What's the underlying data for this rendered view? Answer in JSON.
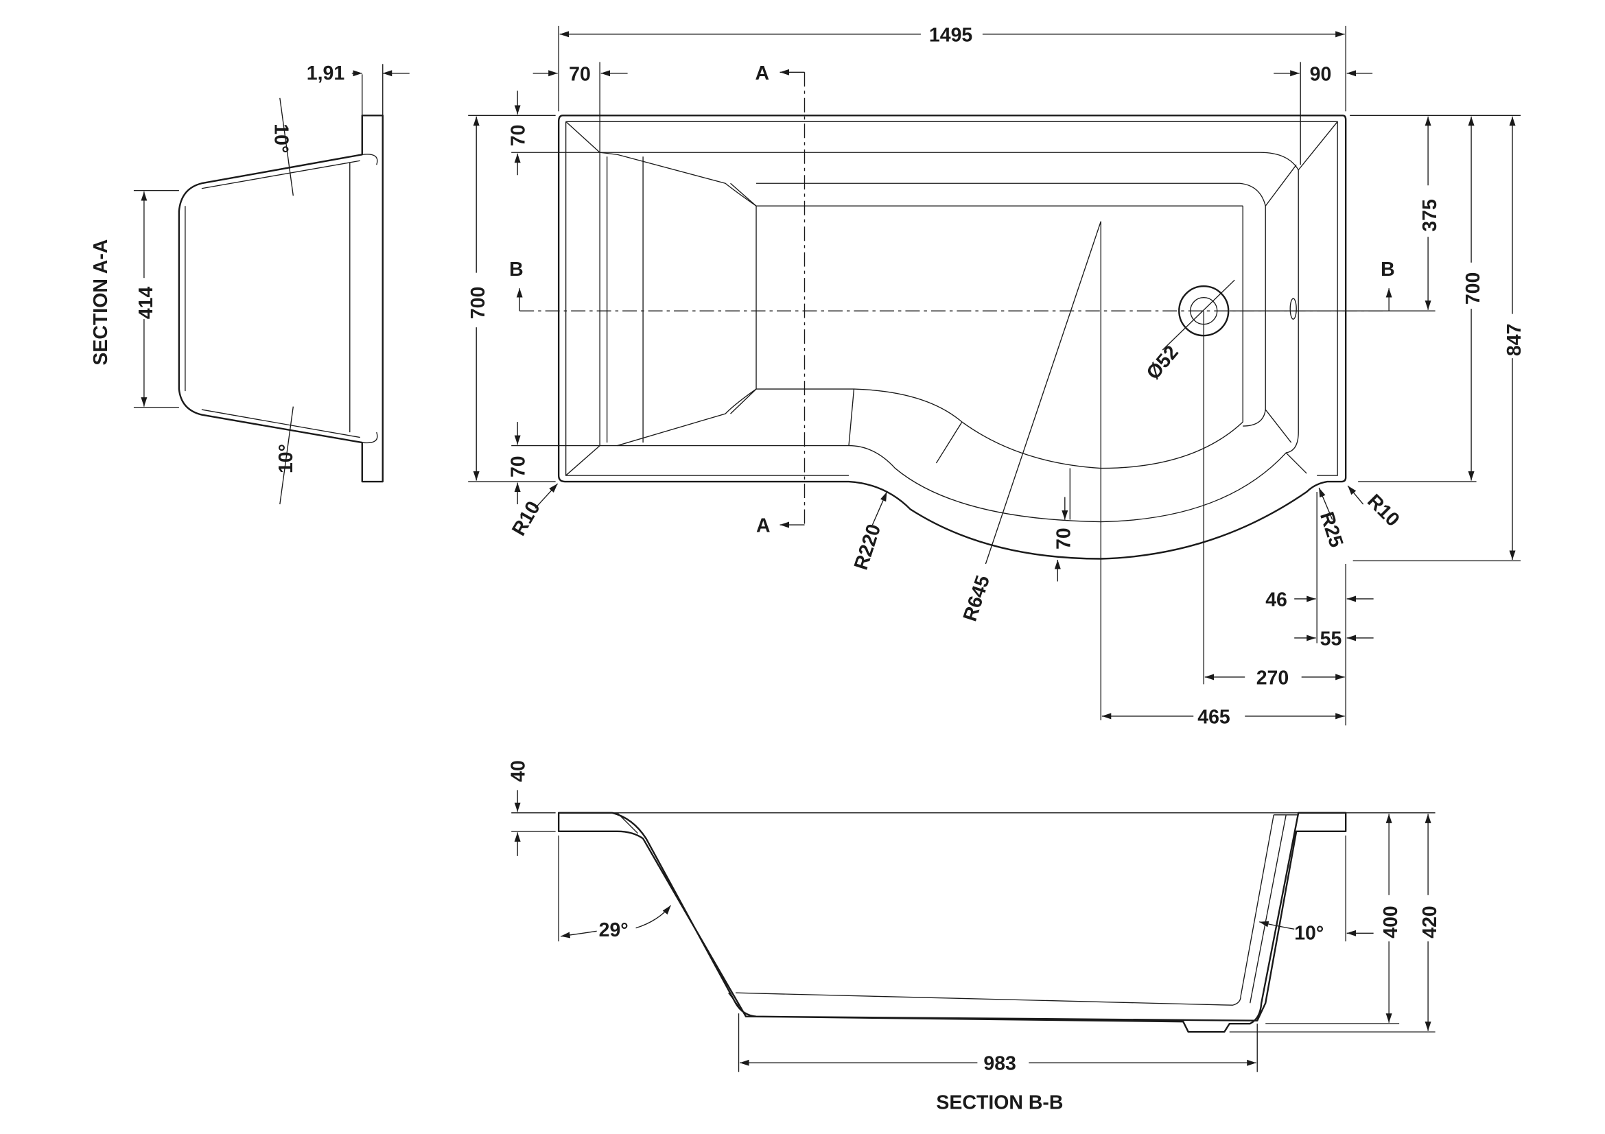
{
  "plan": {
    "overall_length": "1495",
    "left_rim": "70",
    "right_rim": "90",
    "section_a_top": "A",
    "section_a_bottom": "A",
    "section_b_left": "B",
    "section_b_right": "B",
    "top_rim_width": "70",
    "bottom_rim_width": "70",
    "width_left": "700",
    "waste_offset": "375",
    "width_right": "700",
    "overall_width": "847",
    "waste_diameter": "Ø52",
    "radius_left_corner": "R10",
    "radius_inner_curve": "R220",
    "radius_bow": "R645",
    "bow_rim": "70",
    "radius_right_inner": "R25",
    "radius_right_corner": "R10",
    "offset_46": "46",
    "offset_55": "55",
    "waste_to_end": "270",
    "bow_center_to_end": "465"
  },
  "section_aa": {
    "title": "SECTION A-A",
    "rim_thickness": "1,91",
    "angle_top": "10°",
    "angle_bottom": "10°",
    "depth": "414"
  },
  "section_bb": {
    "title": "SECTION B-B",
    "rim_height": "40",
    "angle_left": "29°",
    "angle_right": "10°",
    "inner_height": "400",
    "overall_height": "420",
    "base_length": "983"
  }
}
